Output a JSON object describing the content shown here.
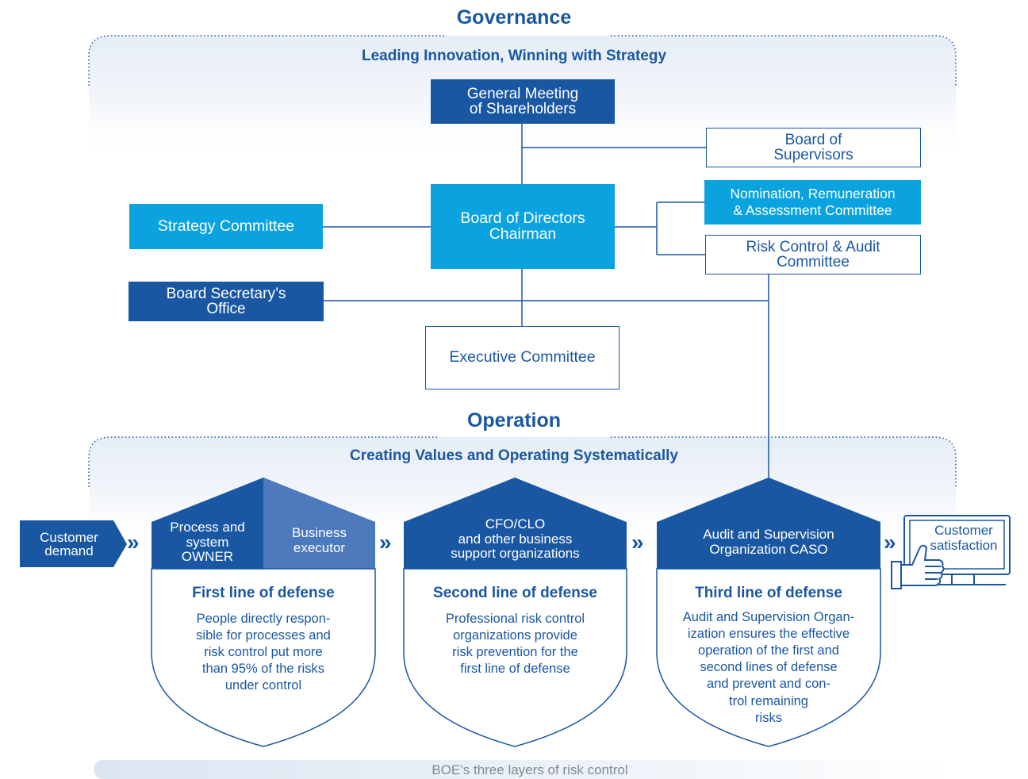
{
  "governance": {
    "title": "Governance",
    "subtitle": "Leading Innovation, Winning with Strategy",
    "general_meeting": "General Meeting\nof Shareholders",
    "board_of_supervisors": "Board of\nSupervisors",
    "board_of_directors": "Board of Directors\nChairman",
    "strategy_committee": "Strategy Committee",
    "nomination_committee": "Nomination, Remuneration\n& Assessment Committee",
    "risk_control_committee": "Risk Control & Audit\nCommittee",
    "board_secretary": "Board Secretary’s\nOffice",
    "executive_committee": "Executive Committee"
  },
  "operation": {
    "title": "Operation",
    "subtitle": "Creating Values and Operating Systematically",
    "customer_demand": "Customer\ndemand",
    "customer_satisfaction": "Customer\nsatisfaction",
    "first_line": {
      "head_left": "Process and\nsystem\nOWNER",
      "head_right": "Business\nexecutor",
      "title": "First line of defense",
      "desc": "People directly respon-\nsible for processes and\nrisk control put more\nthan 95% of the risks\nunder control"
    },
    "second_line": {
      "head": "CFO/CLO\nand other business\nsupport organizations",
      "title": "Second line of defense",
      "desc": "Professional risk control\norganizations provide\nrisk prevention for the\nfirst line of defense"
    },
    "third_line": {
      "head": "Audit and Supervision\nOrganization CASO",
      "title": "Third line of defense",
      "desc": "Audit and Supervision Organ-\nization ensures the effective\noperation of the first and\nsecond lines of defense\nand prevent and con-\ntrol remaining\nrisks"
    }
  },
  "footer": {
    "caption": "BOE’s three layers of risk control"
  },
  "icons": {
    "chevron": "double-chevron-right-icon",
    "satisfaction": "monitor-thumbs-up-icon"
  },
  "colors": {
    "dark_blue": "#1a57a3",
    "cyan": "#0aa3df",
    "medium_blue": "#4d79bd",
    "panel_fade": "#e4ecf5"
  }
}
